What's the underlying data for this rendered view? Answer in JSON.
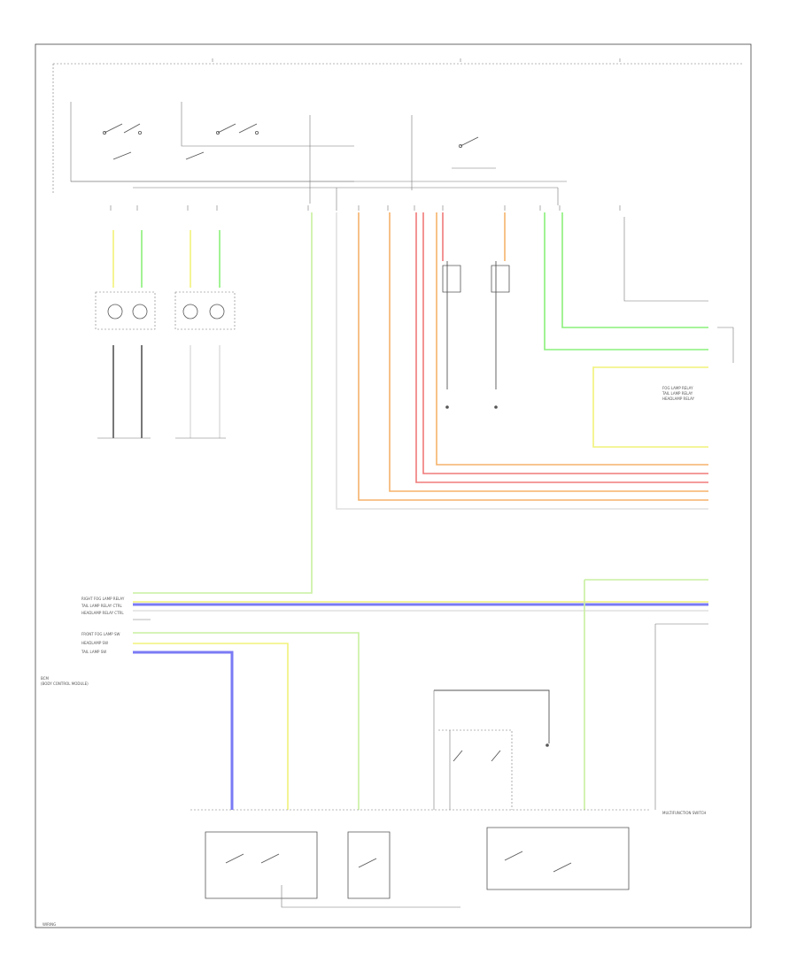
{
  "colors": {
    "yellow": "#f2f27a",
    "green": "#8af07a",
    "orange": "#f5b26b",
    "red": "#f07a7a",
    "blue": "#7a7af5",
    "gray": "#555555",
    "white": "#e0e0e0",
    "ltgreen": "#c8f0a0"
  },
  "labels": {
    "left_group_1": [
      "RIGHT FOG LAMP RELAY",
      "TAIL LAMP RELAY CTRL",
      "HEADLAMP RELAY CTRL"
    ],
    "left_group_2": [
      "FRONT FOG LAMP SW",
      "HEADLAMP SW",
      "TAIL LAMP SW"
    ],
    "lower_left_module": [
      "BCM",
      "(BODY CONTROL MODULE)"
    ],
    "multifunction_switch": "MULTIFUNCTION SWITCH",
    "right_ctrl": [
      "FOG LAMP RELAY",
      "TAIL LAMP RELAY",
      "HEADLAMP RELAY"
    ],
    "page_ref": "WIRING"
  }
}
